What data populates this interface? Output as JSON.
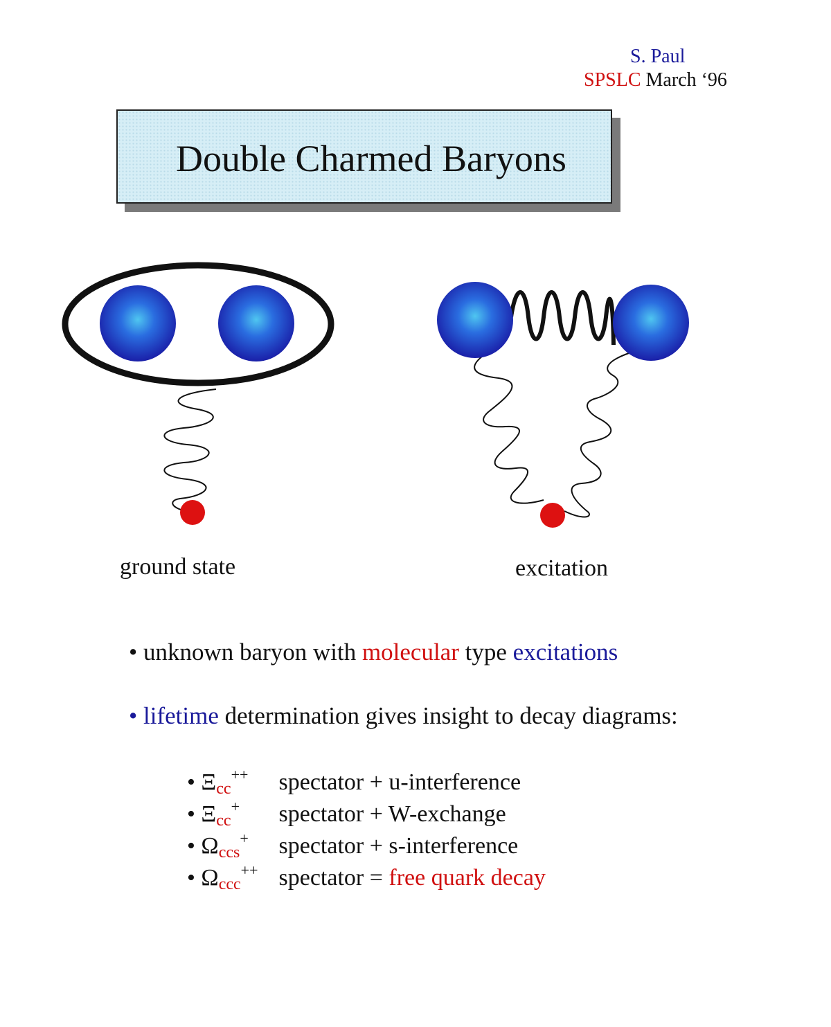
{
  "header": {
    "author": "S. Paul",
    "conference": "SPSLC",
    "date": "March ‘96"
  },
  "title": "Double Charmed Baryons",
  "diagram": {
    "ground_caption": "ground state",
    "excitation_caption": "excitation",
    "colors": {
      "heavy_quark": "#1f3fd0",
      "light_quark": "#dd1111"
    }
  },
  "bullets": [
    {
      "prefix": "• unknown baryon with ",
      "red": "molecular",
      "middle": " type ",
      "blue": "excitations"
    },
    {
      "bullet": "• ",
      "blue": "lifetime",
      "rest": " determination gives insight to decay diagrams:"
    }
  ],
  "decays": [
    {
      "bullet": "• ",
      "base": "Ξ",
      "sub": "cc",
      "sup": "++",
      "text": "spectator + u-interference",
      "red": ""
    },
    {
      "bullet": "• ",
      "base": "Ξ",
      "sub": "cc",
      "sup": "+",
      "text": "spectator + W-exchange",
      "red": ""
    },
    {
      "bullet": "• ",
      "base": "Ω",
      "sub": "ccs",
      "sup": "+",
      "text": "spectator + s-interference",
      "red": ""
    },
    {
      "bullet": "• ",
      "base": "Ω",
      "sub": "ccc",
      "sup": "++",
      "text": "spectator = ",
      "red": "free quark decay"
    }
  ]
}
